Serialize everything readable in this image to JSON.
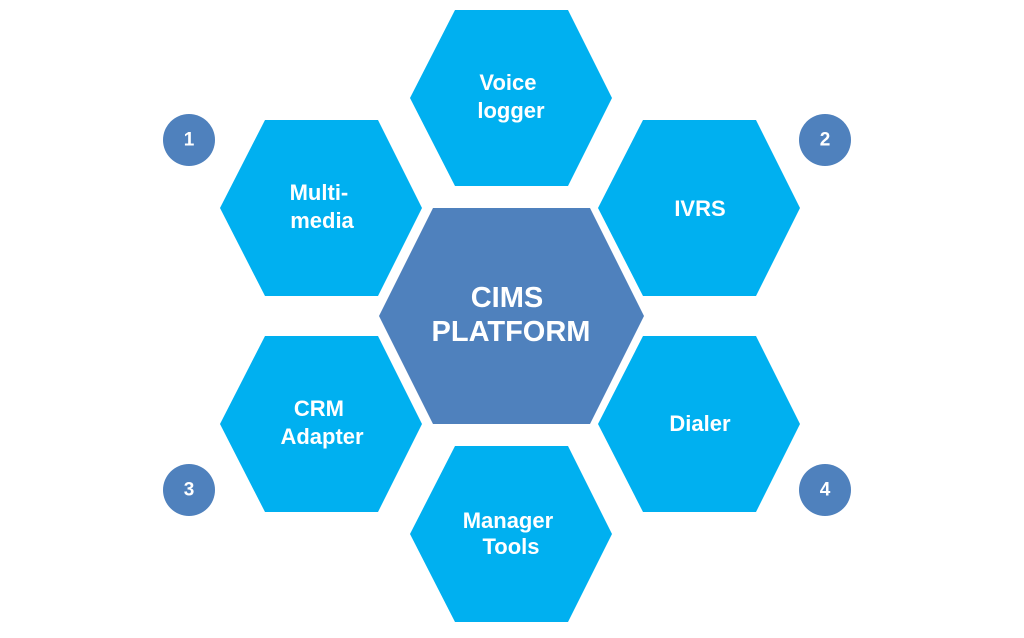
{
  "colors": {
    "outer_hex": "#00b0f0",
    "center_hex": "#4f81bd",
    "badge": "#4f81bd",
    "text": "#ffffff"
  },
  "center": {
    "line1": "CIMS",
    "line2": "PLATFORM"
  },
  "modules": {
    "voice_logger": {
      "line1": "Voice",
      "line2": "logger"
    },
    "multimedia": {
      "line1": "Multi-",
      "line2": "media"
    },
    "ivrs": {
      "line1": "IVRS"
    },
    "crm_adapter": {
      "line1": "CRM",
      "line2": "Adapter"
    },
    "dialer": {
      "line1": "Dialer"
    },
    "manager_tools": {
      "line1": "Manager",
      "line2": "Tools"
    }
  },
  "badges": {
    "b1": "1",
    "b2": "2",
    "b3": "3",
    "b4": "4"
  }
}
